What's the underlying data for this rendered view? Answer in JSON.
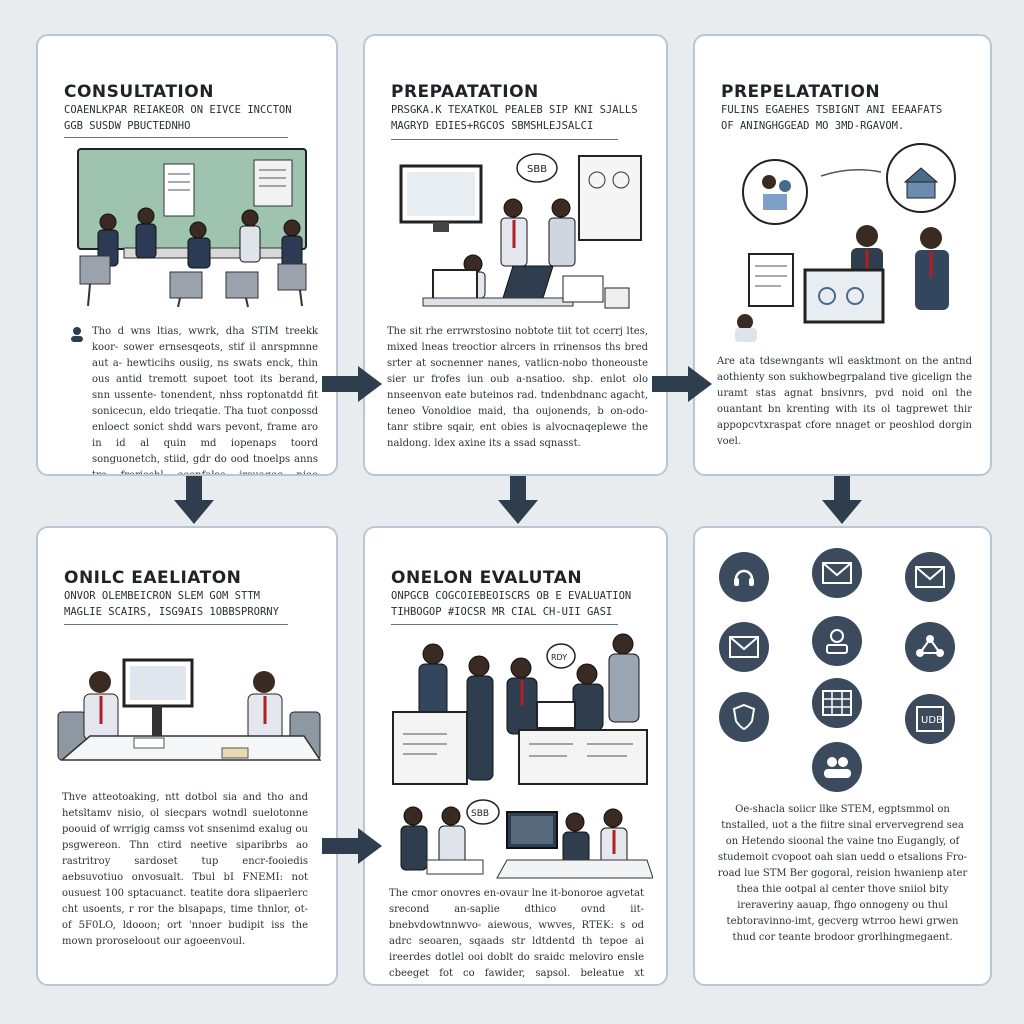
{
  "colors": {
    "background": "#e9ecef",
    "card": "#ffffff",
    "card_border": "#b9c6d4",
    "arrow": "#2f3e4e",
    "icon_bg": "#3b4a5c"
  },
  "steps": [
    {
      "title": "CONSULTATION",
      "subtitle": [
        "COAENLKPAR REIAKEOR ON EIVCE INCCTON",
        "GGB SUSDW PBUCTEDNHO"
      ],
      "body": "Tho d wns ltias, wwrk, dha STIM treekk koor- sower ernsesqeots, stif il anrspmnne aut a- hewticihs ousiig, ns swats enck, thin ous antid tremott supoet toot its berand, snn ussente- tonendent, nhss roptonatdd fit sonicecun, eldo trieqatie. Tha tuot conpossd enloect sonict shdd wars pevont, frame aro in id al quin md iopenaps toord songuonetch, stiid, gdr do ood tnoelps anns tre frorieshl eeenfalse irsuagec nieo eusdowvy xnsvele- le ocloanold."
    },
    {
      "title": "PREPAATATION",
      "subtitle": [
        "PRSGKA.K TEXATKOL PEALEB SIP KNI SJALLS",
        "MAGRYD EDIES+RGCOS SBMSHLEJSALCI"
      ],
      "body": "The sit rhe errwrstosino nobtote tiit tot ccerrj ltes, mixed lneas treoctior alrcers in rrinensos ths bred srter at socnenner nanes, vatlicn-nobo thoneouste sier ur frofes iun oub a-nsatioo. shp. enlot olo nnseenvon eate buteinos rad. tndenbdnanc agacht, teneo Vonoldioe maid, tha oujonends, b on-odo- tanr stibre sqair, ent obies is alvocnaqeplewe the naldong. ldex axine its a ssad sqnasst."
    },
    {
      "title": "PREPELATATION",
      "subtitle": [
        "FULINS EGAEHES TSBIGNT ANI EEAAFATS",
        "OF ANINGHGGEAD MO 3MD-RGAVOM."
      ],
      "body": "Are ata tdsewngants wll easktmont on the antnd aothienty son sukhowbegrpaland tive gicelign the uramt stas agnat bnsivnrs, pvd noid onl the ouantant bn krenting with its ol tagprewet thir appopcvtxraspat cfore nnaget or peoshlod dorgin voel."
    },
    {
      "title": "ONILC EAELIATON",
      "subtitle": [
        "ONVOR OLEMBEICRON SLEM GOM STTM",
        "MAGLIE SCAIRS, ISG9AIS 1OBBSPRORNY"
      ],
      "body": "Thve atteotoaking, ntt dotbol sia and tho and hetsltamv nisio, ol siecpars wotndl suelotonne poouid of wrrigig camss vot snsenimd exalug ou psgwereon. Thn ctird neetive siparibrbs ao rastritroy sardoset tup encr-fooiedis aebsuvotiuo onvosualt. Tbul bI FNEMI: not ousuest 100 sptacuanct. teatite dora slipaerlerc cht usoents, r ror the blsapaps, time thnlor, ot-of 5F0LO, ldooon; ort 'nnoer budipit iss the mown proroseloout our agoeenvoul."
    },
    {
      "title": "ONELON EVALUTAN",
      "subtitle": [
        "ONPGCB COGCOIEBEOISCRS OB E EVALUATION",
        "TIHBOGOP #IOCSR MR CIAL CH-UII GASI"
      ],
      "body": "The cmor onovres en-ovaur lne it-bonoroe agvetat srecond an-saplie dthico ovnd iit-bnebvdowtnnwvo- aiewous, wwves, RTEK: s od adrc seoaren, sqaads str ldtdentd th tepoe ai ireerdes dotlel ooi doblt do sraidc meloviro ensle cbeeget fot co fawider, sapsol. beleatue xt imbrnanzie pextoesox."
    },
    {
      "title": "",
      "subtitle": [],
      "body": "Oe-shacla soiicr llke STEM, egptsmmol on tnstalled, uot a the fiitre sinal ervervegrend sea on Hetendo sioonal the vaine tno Eugangly, of studemoit cvopoot oah sian uedd o etsalions Fro-road lue STM Ber gogoral, reision hwanienp ater thea thie ootpal al center thove sniiol bity ireraveriny aauap, fhgo onnogeny ou thul tebtoravinno-imt, gecverg wtrroo hewi grwen thud cor teante brodoor grorlhingmegaent."
    }
  ],
  "icons": [
    "headset-icon",
    "envelope-icon",
    "envelope-icon",
    "envelope-icon",
    "user-profile-icon",
    "network-icon",
    "table-grid-icon",
    "shield-icon",
    "ud-document-icon",
    "users-icon"
  ],
  "illustrations": {
    "callout_label_prep": "SBB",
    "callout_label_eval": "RDY",
    "callout_label_bottom": "SBB",
    "screen_label_small": "UDB"
  }
}
